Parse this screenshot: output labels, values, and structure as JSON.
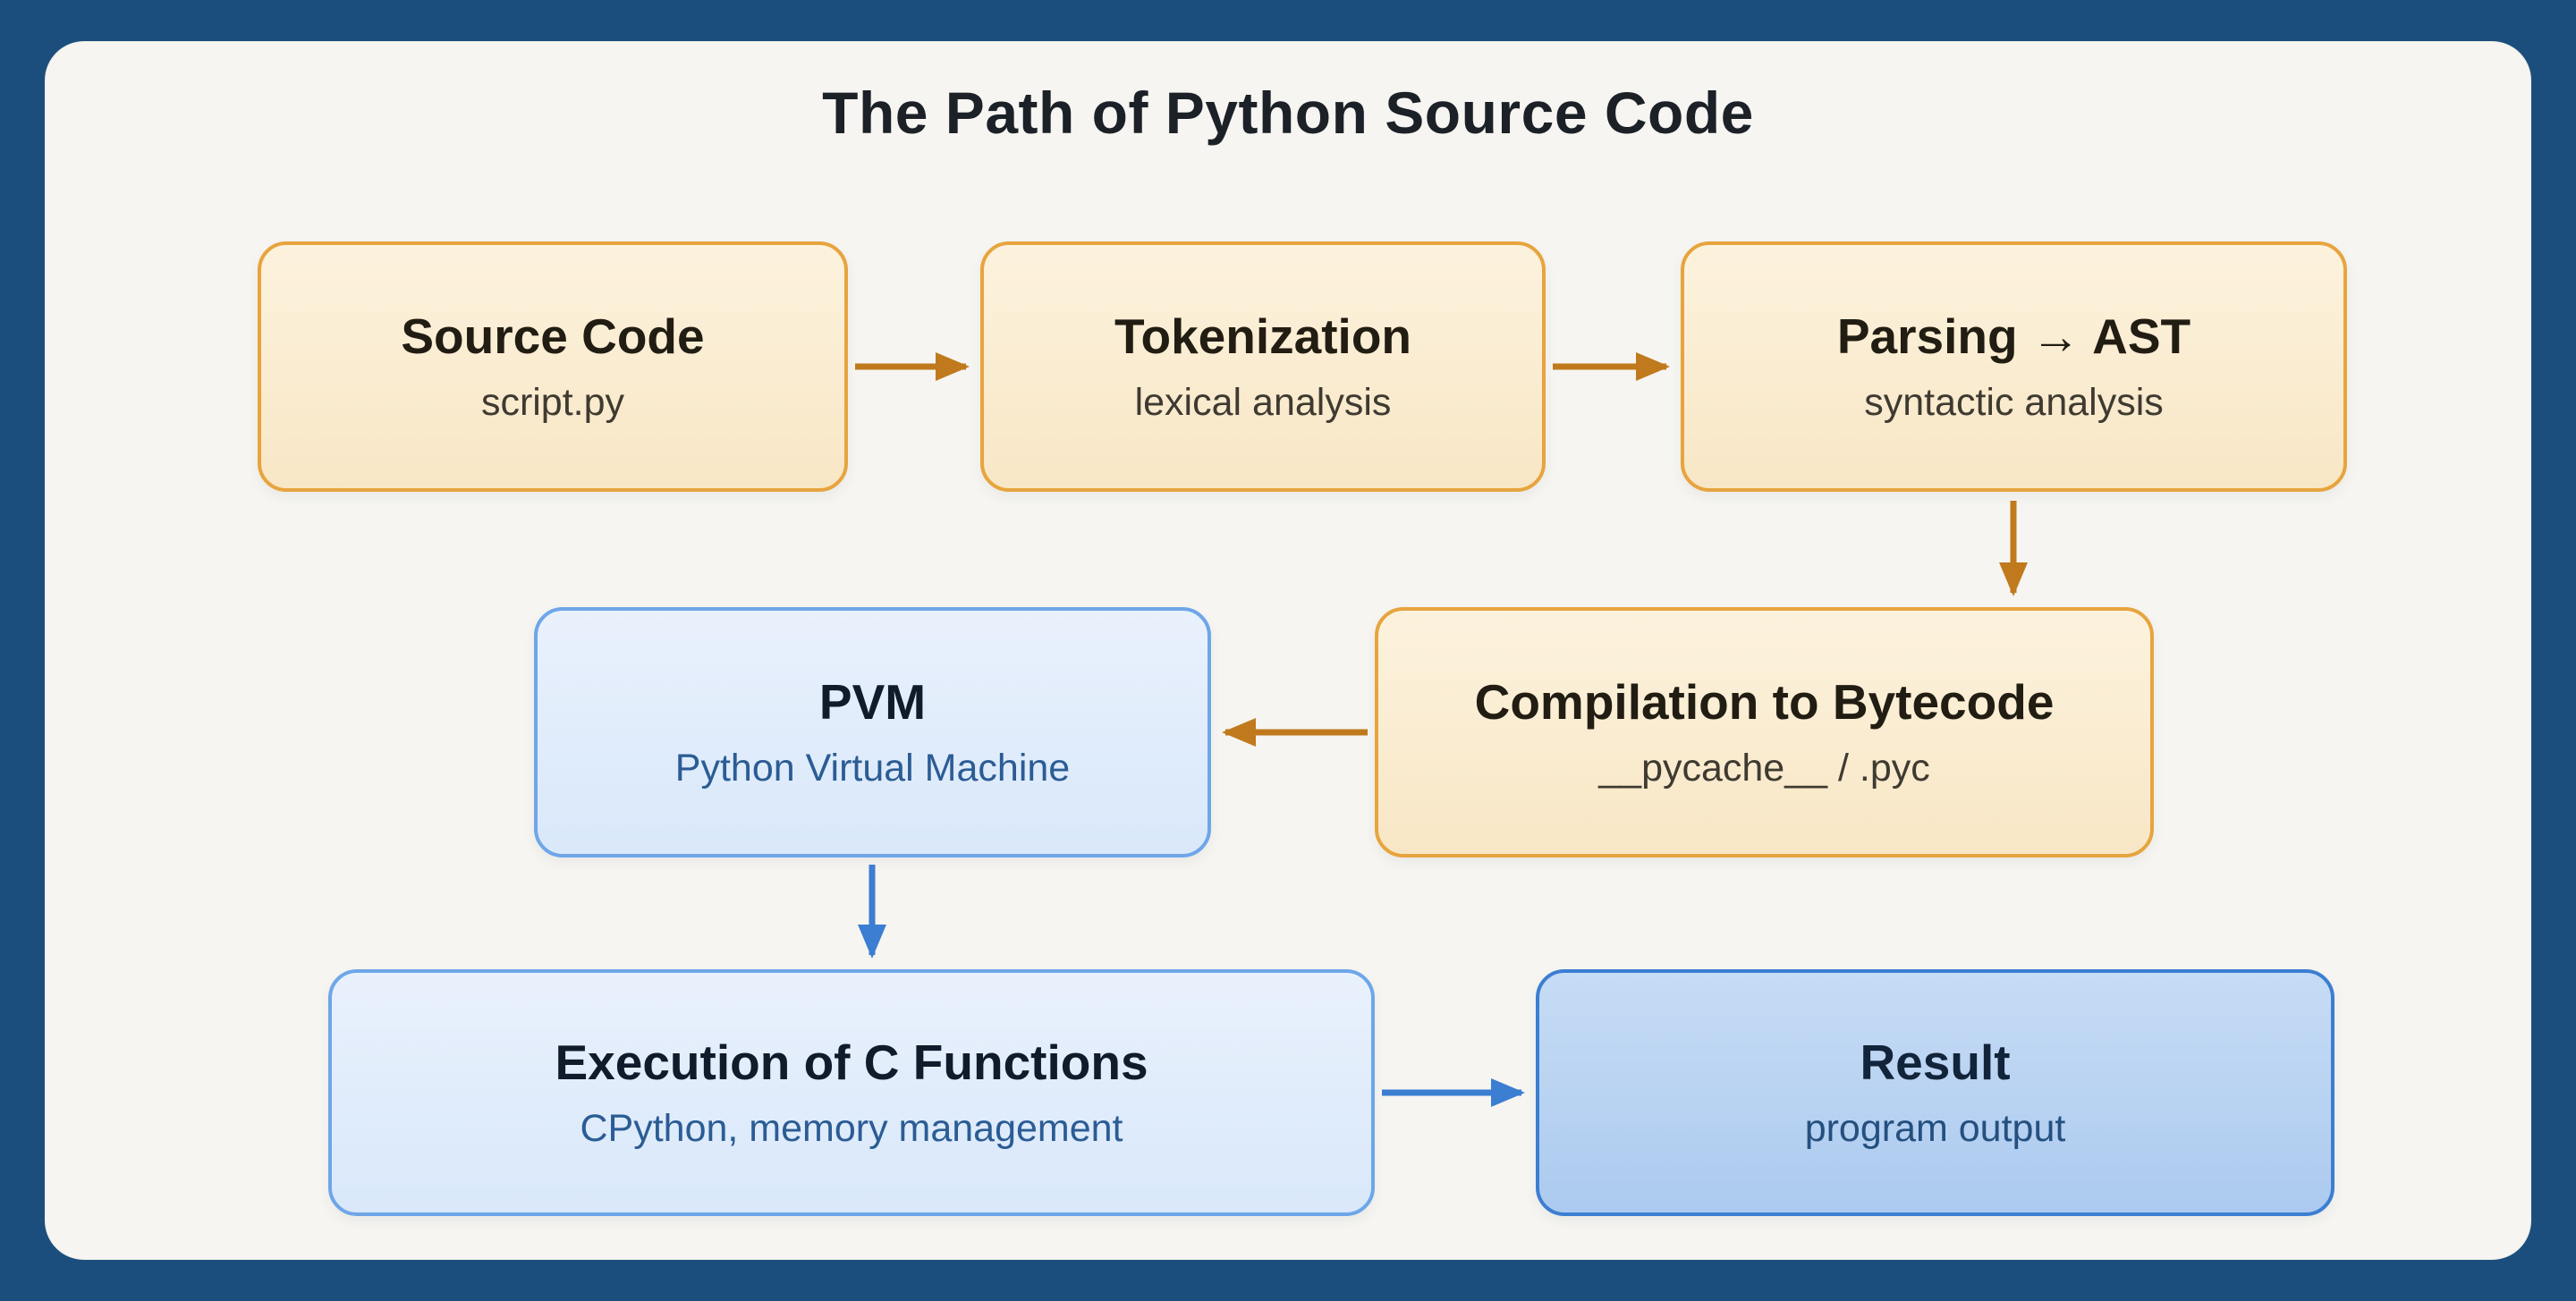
{
  "title": "The Path of Python Source Code",
  "colors": {
    "outer_border_navy": "#1b4e7d",
    "panel_background": "#f6f5f1",
    "orange_box_fill": "#f9e9cc",
    "orange_box_border": "#e7a43e",
    "orange_arrow": "#c07a1d",
    "blue_light_box_fill": "#dfebfa",
    "blue_light_box_border": "#6ea6e8",
    "blue_mid_box_fill": "#b9d3f2",
    "blue_mid_box_border": "#3b7ed2",
    "blue_arrow": "#3b7ed2"
  },
  "nodes": {
    "source": {
      "title": "Source Code",
      "subtitle": "script.py"
    },
    "tokenization": {
      "title": "Tokenization",
      "subtitle": "lexical analysis"
    },
    "parsing": {
      "title": "Parsing → AST",
      "subtitle": "syntactic analysis"
    },
    "pvm": {
      "title": "PVM",
      "subtitle": "Python Virtual Machine"
    },
    "compilation": {
      "title": "Compilation to Bytecode",
      "subtitle": "__pycache__ / .pyc"
    },
    "execution": {
      "title": "Execution of C Functions",
      "subtitle": "CPython, memory management"
    },
    "result": {
      "title": "Result",
      "subtitle": "program output"
    }
  }
}
